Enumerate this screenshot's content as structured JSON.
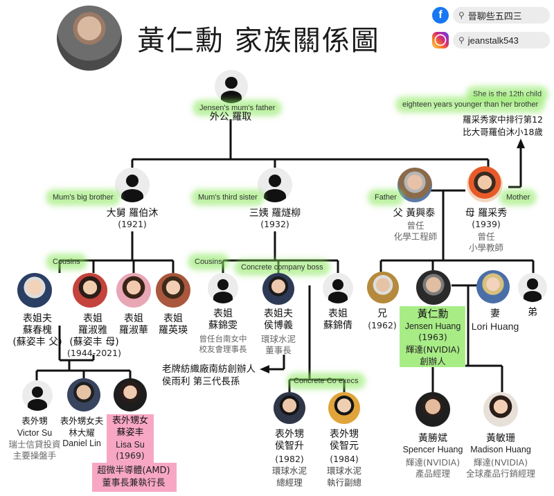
{
  "title": "黃仁勳 家族關係圖",
  "social": {
    "facebook_handle": "晉聊些五四三",
    "instagram_handle": "jeanstalk543",
    "facebook_icon": "facebook-icon",
    "instagram_icon": "instagram-icon"
  },
  "colors": {
    "green_highlight": "#a8ec86",
    "pink_highlight": "#f7a7c4",
    "line": "#111111"
  },
  "grandfather": {
    "annotation": "Jensen's mum's father",
    "name": "外公 羅取"
  },
  "side_note": {
    "line1": "She is the 12th child",
    "line2": "eighteen years younger than her brother",
    "zh1": "羅采秀家中排行第12",
    "zh2": "比大哥羅伯沐小18歲"
  },
  "uncle": {
    "annotation": "Mum's big brother",
    "name": "大舅 羅伯沐",
    "year": "(1921)"
  },
  "aunt": {
    "annotation": "Mum's third sister",
    "name": "三姨 羅燧柳",
    "year": "(1932)"
  },
  "father": {
    "annotation": "Father",
    "name": "父 黃興泰",
    "role1": "曾任",
    "role2": "化學工程師"
  },
  "mother": {
    "annotation": "Mother",
    "name": "母 羅采秀",
    "year": "(1939)",
    "role1": "曾任",
    "role2": "小學教師"
  },
  "labels": {
    "cousins_left": "Cousins",
    "cousins_mid": "Cousins",
    "concrete_boss": "Concrete company boss",
    "concrete_execs": "Concrete Co execs"
  },
  "cousins_uncle": [
    {
      "name1": "表姐夫",
      "name2": "蘇春槐",
      "name3": "(蘇姿丰 父)"
    },
    {
      "name1": "表姐",
      "name2": "羅淑雅",
      "name3": "(蘇姿丰 母)",
      "name4": "(1944-2021)"
    },
    {
      "name1": "表姐",
      "name2": "羅淑華"
    },
    {
      "name1": "表姐",
      "name2": "羅英瑛"
    }
  ],
  "cousins_aunt": [
    {
      "name1": "表姐",
      "name2": "蘇錦雯",
      "note1": "曾任台南女中",
      "note2": "校友會理事長"
    },
    {
      "name1": "表姐夫",
      "name2": "侯博義",
      "note1": "環球水泥",
      "note2": "董事長"
    },
    {
      "name1": "表姐",
      "name2": "蘇錦倩"
    }
  ],
  "hou_note": {
    "line1": "老牌紡織廠南紡創辦人",
    "line2": "侯雨利 第三代長孫"
  },
  "siblings": {
    "brother": {
      "name": "兄",
      "year": "(1962)"
    },
    "jensen": {
      "name": "黃仁勳",
      "en": "Jensen Huang",
      "year": "(1963)",
      "company": "輝達(NVIDIA)",
      "role": "創辦人"
    },
    "wife": {
      "name": "妻",
      "en": "Lori Huang"
    },
    "younger_brother": {
      "name": "弟"
    }
  },
  "nephews_su": [
    {
      "name1": "表外甥",
      "name2": "Victor Su",
      "note1": "瑞士信貸投資",
      "note2": "主要操盤手"
    },
    {
      "name1": "表外甥女夫",
      "name2": "林大耀",
      "name3": "Daniel Lin"
    },
    {
      "name1": "表外甥女",
      "name2": "蘇姿丰",
      "name3": "Lisa Su",
      "year": "(1969)",
      "company": "超微半導體(AMD)",
      "role": "董事長兼執行長"
    }
  ],
  "nephews_hou": [
    {
      "name1": "表外甥",
      "name2": "侯智升",
      "year": "(1982)",
      "note1": "環球水泥",
      "note2": "總經理"
    },
    {
      "name1": "表外甥",
      "name2": "侯智元",
      "year": "(1984)",
      "note1": "環球水泥",
      "note2": "執行副總"
    }
  ],
  "children": [
    {
      "name": "黃勝斌",
      "en": "Spencer Huang",
      "company": "輝達(NVIDIA)",
      "role": "產品經理"
    },
    {
      "name": "黃敏珊",
      "en": "Madison Huang",
      "company": "輝達(NVIDIA)",
      "role": "全球產品行銷經理"
    }
  ]
}
